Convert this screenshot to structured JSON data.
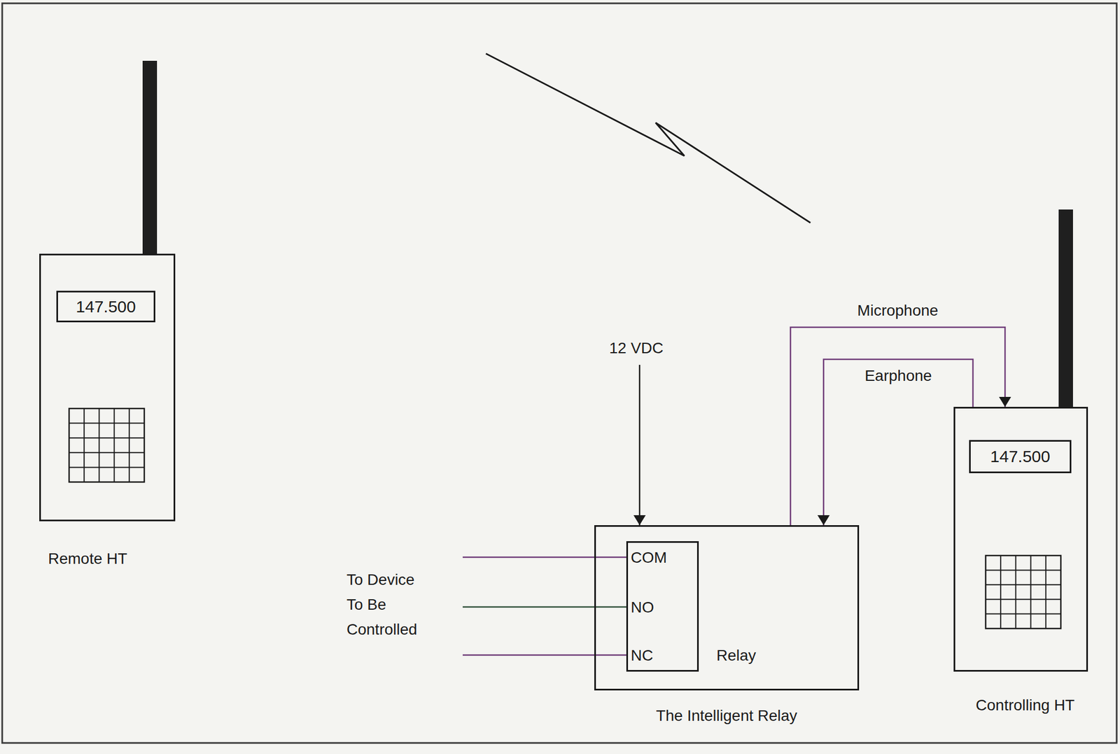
{
  "diagram": {
    "nodes": [
      {
        "text": [
          "Remote HT"
        ]
      },
      {
        "text": [
          "147.500"
        ],
        "in": 0
      },
      {
        "text": [
          "The Intelligent Relay"
        ]
      },
      {
        "text": [
          "COM",
          "NO",
          "NC",
          "Relay"
        ],
        "in": 2
      },
      {
        "text": [
          "Controlling HT"
        ]
      },
      {
        "text": [
          "147.500"
        ],
        "in": 4
      }
    ],
    "edges": [
      {
        "from": 2,
        "to": 4,
        "arrow": "to",
        "label": "Microphone"
      },
      {
        "from": 4,
        "to": 2,
        "arrow": "to",
        "label": "Earphone"
      }
    ],
    "labels": [
      "12 VDC",
      "To Device To Be Controlled"
    ]
  }
}
